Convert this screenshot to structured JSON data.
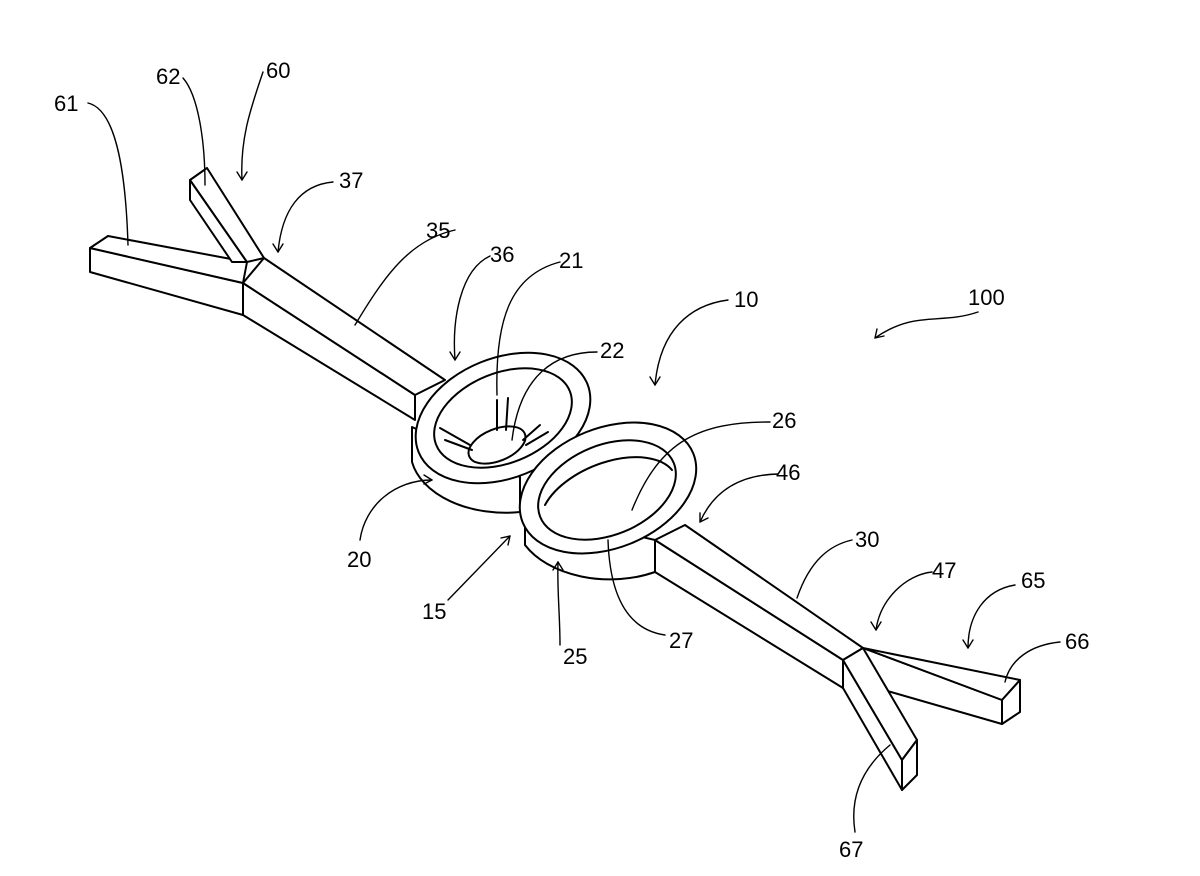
{
  "figure": {
    "reference_numerals": [
      {
        "id": "n100",
        "text": "100"
      },
      {
        "id": "n10",
        "text": "10"
      },
      {
        "id": "n15",
        "text": "15"
      },
      {
        "id": "n20",
        "text": "20"
      },
      {
        "id": "n21",
        "text": "21"
      },
      {
        "id": "n22",
        "text": "22"
      },
      {
        "id": "n25",
        "text": "25"
      },
      {
        "id": "n26",
        "text": "26"
      },
      {
        "id": "n27",
        "text": "27"
      },
      {
        "id": "n30",
        "text": "30"
      },
      {
        "id": "n35",
        "text": "35"
      },
      {
        "id": "n36",
        "text": "36"
      },
      {
        "id": "n37",
        "text": "37"
      },
      {
        "id": "n46",
        "text": "46"
      },
      {
        "id": "n47",
        "text": "47"
      },
      {
        "id": "n60",
        "text": "60"
      },
      {
        "id": "n61",
        "text": "61"
      },
      {
        "id": "n62",
        "text": "62"
      },
      {
        "id": "n65",
        "text": "65"
      },
      {
        "id": "n66",
        "text": "66"
      },
      {
        "id": "n67",
        "text": "67"
      }
    ]
  }
}
